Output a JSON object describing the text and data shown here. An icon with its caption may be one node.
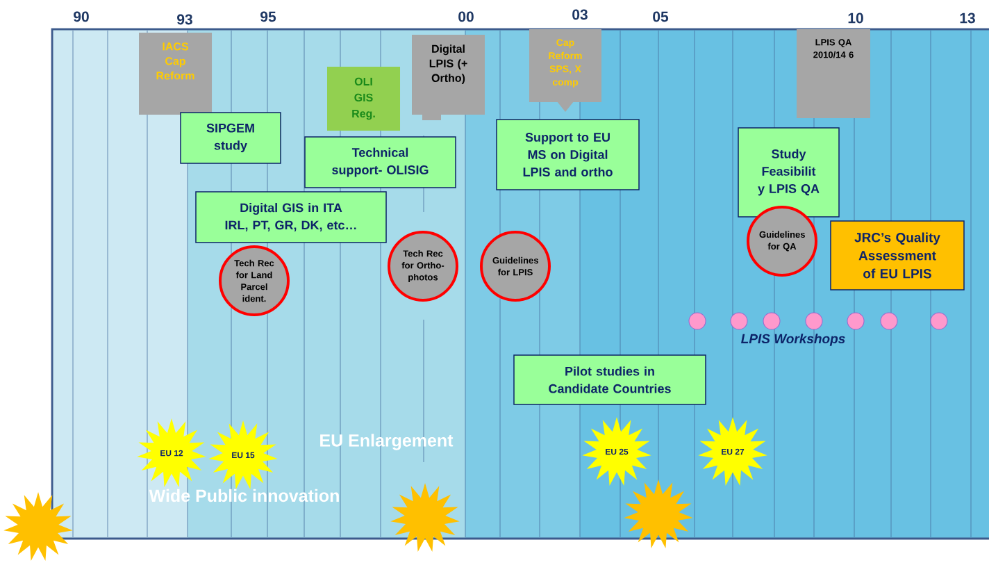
{
  "diagram": {
    "nodes": [
      {
        "text": [
          "IACS Cap Reform"
        ]
      },
      {
        "text": [
          "OLI GIS Reg."
        ]
      },
      {
        "text": [
          "Digital LPIS (+ Ortho)"
        ]
      },
      {
        "text": [
          "Cap Reform SPS, X comp"
        ]
      },
      {
        "text": [
          "LPIS QA 2010/14 6"
        ]
      },
      {
        "text": [
          "SIPGEM study"
        ]
      },
      {
        "text": [
          "Technical support- OLISIG"
        ]
      },
      {
        "text": [
          "Support to EU MS on Digital LPIS and ortho"
        ]
      },
      {
        "text": [
          "Study Feasibilit y LPIS QA"
        ]
      },
      {
        "text": [
          "Digital GIS in ITA",
          "IRL, PT, GR, DK, etc…"
        ]
      },
      {
        "text": [
          "Tech Rec for Land Parcel ident."
        ]
      },
      {
        "text": [
          "Tech Rec for Ortho-photos"
        ]
      },
      {
        "text": [
          "Guidelines for LPIS"
        ]
      },
      {
        "text": [
          "Guidelines for QA"
        ]
      },
      {
        "text": [
          "JRC’s Quality Assessment of EU LPIS"
        ]
      },
      {
        "text": [
          "Pilot studies in Candidate Countries"
        ]
      },
      {
        "text": [],
        "shape": "circle"
      },
      {
        "text": [],
        "shape": "circle"
      },
      {
        "text": [],
        "shape": "circle"
      },
      {
        "text": [],
        "shape": "circle"
      },
      {
        "text": [],
        "shape": "circle"
      },
      {
        "text": [],
        "shape": "circle"
      },
      {
        "text": [],
        "shape": "circle"
      },
      {
        "text": [
          "EU 12"
        ]
      },
      {
        "text": [
          "EU 15"
        ]
      },
      {
        "text": [
          "EU 25"
        ]
      },
      {
        "text": [
          "EU 27"
        ]
      },
      {
        "text": [],
        "shape": "star"
      },
      {
        "text": [],
        "shape": "star"
      },
      {
        "text": [],
        "shape": "star"
      }
    ],
    "edges": [],
    "labels": [
      "90",
      "93",
      "95",
      "00",
      "03",
      "05",
      "10",
      "13",
      "LPIS Workshops",
      "EU Enlargement",
      "Wide Public innovation"
    ]
  }
}
